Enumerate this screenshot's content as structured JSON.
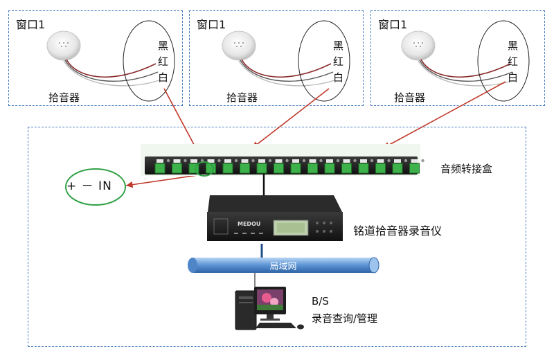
{
  "windows": [
    {
      "title": "窗口1",
      "pickup_label": "拾音器",
      "wires": [
        "黑",
        "红",
        "白"
      ]
    },
    {
      "title": "窗口1",
      "pickup_label": "拾音器",
      "wires": [
        "黑",
        "红",
        "白"
      ]
    },
    {
      "title": "窗口1",
      "pickup_label": "拾音器",
      "wires": [
        "黑",
        "红",
        "白"
      ]
    }
  ],
  "adapter_label": "音频转接盒",
  "terminal_pins": "+ － IN",
  "recorder": {
    "label": "铭道拾音器录音仪",
    "brand": "MEDOU"
  },
  "network_label": "局域网",
  "client": {
    "protocol": "B/S",
    "function": "录音查询/管理"
  },
  "colors": {
    "frame_dash": "#4a7ec0",
    "arrow": "#c0392b",
    "highlight": "#2ea043",
    "lan_pipe": "#6aa0d8"
  }
}
